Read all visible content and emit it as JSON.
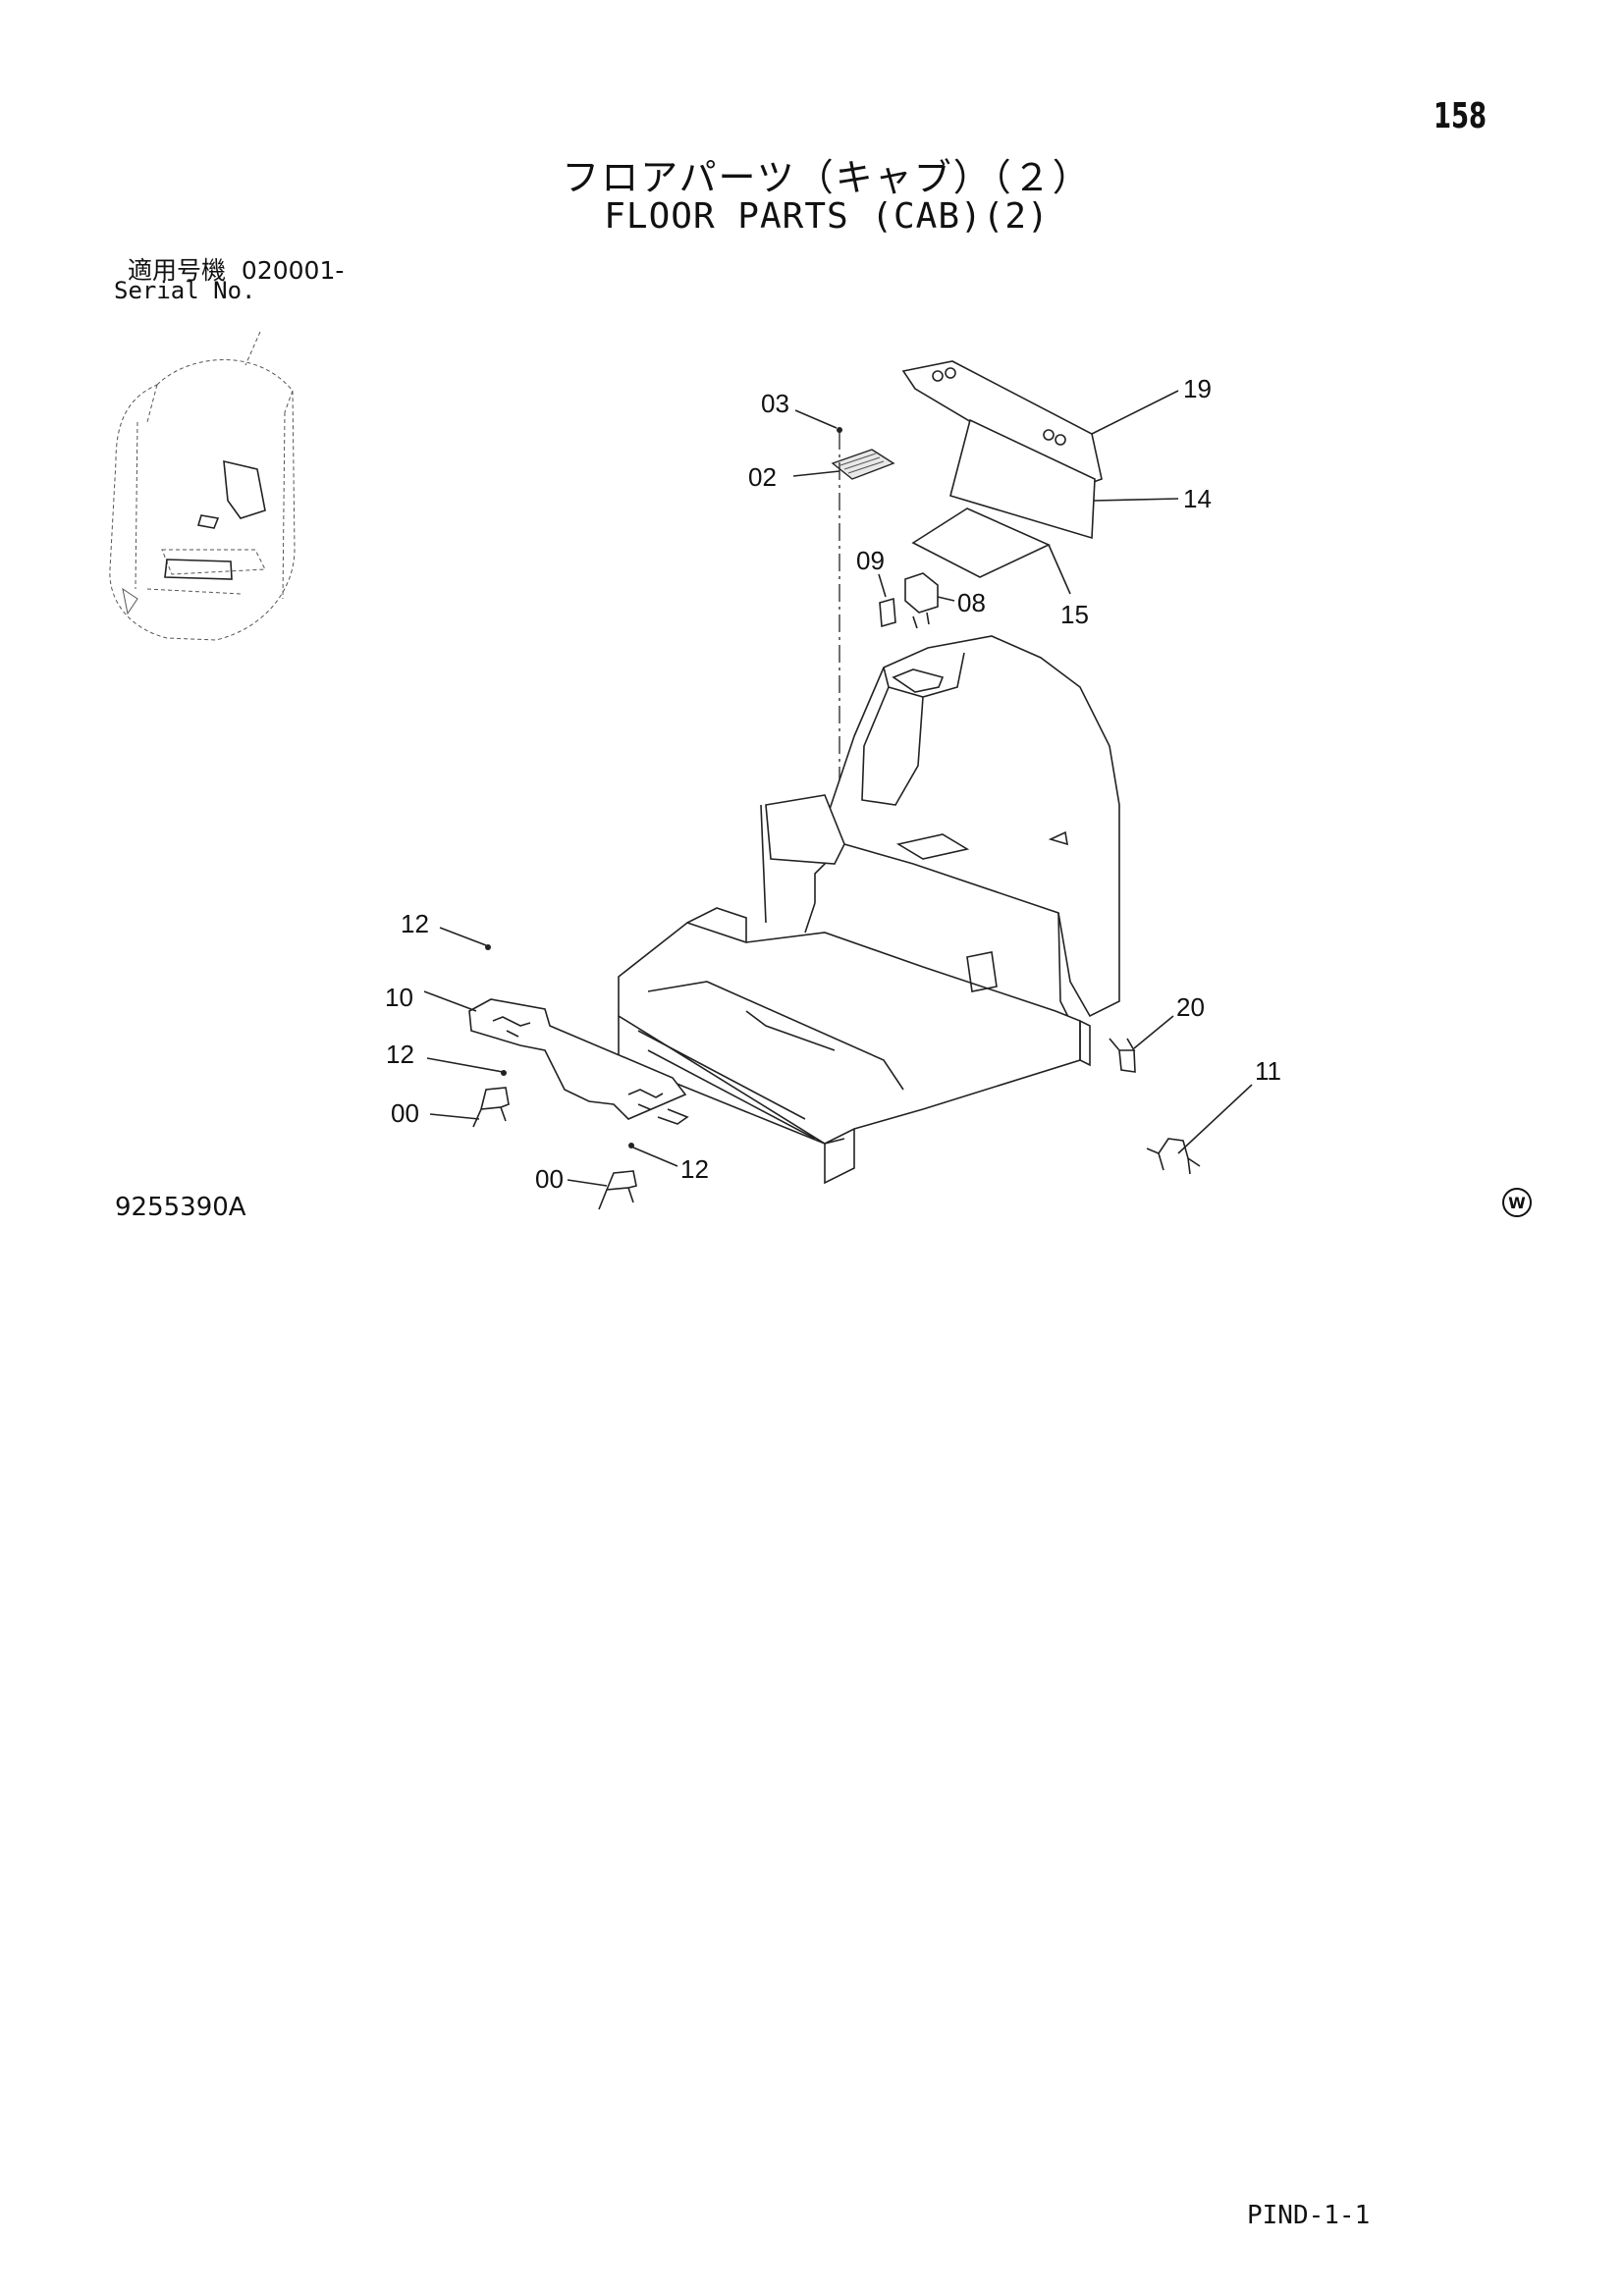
{
  "page_number": "158",
  "title_jp": "フロアパーツ（キャブ）（２）",
  "title_en": "FLOOR PARTS (CAB)(2)",
  "serial_label_jp": "適用号機",
  "serial_value": "020001-",
  "serial_label_en": "Serial No.",
  "figure_id": "9255390A",
  "w_mark": "W",
  "footer_ref": "PIND-1-1",
  "callouts": {
    "c03": "03",
    "c02": "02",
    "c19": "19",
    "c14": "14",
    "c09": "09",
    "c08": "08",
    "c15": "15",
    "c12a": "12",
    "c10": "10",
    "c12b": "12",
    "c00a": "00",
    "c00b": "00",
    "c12c": "12",
    "c20": "20",
    "c11": "11"
  }
}
